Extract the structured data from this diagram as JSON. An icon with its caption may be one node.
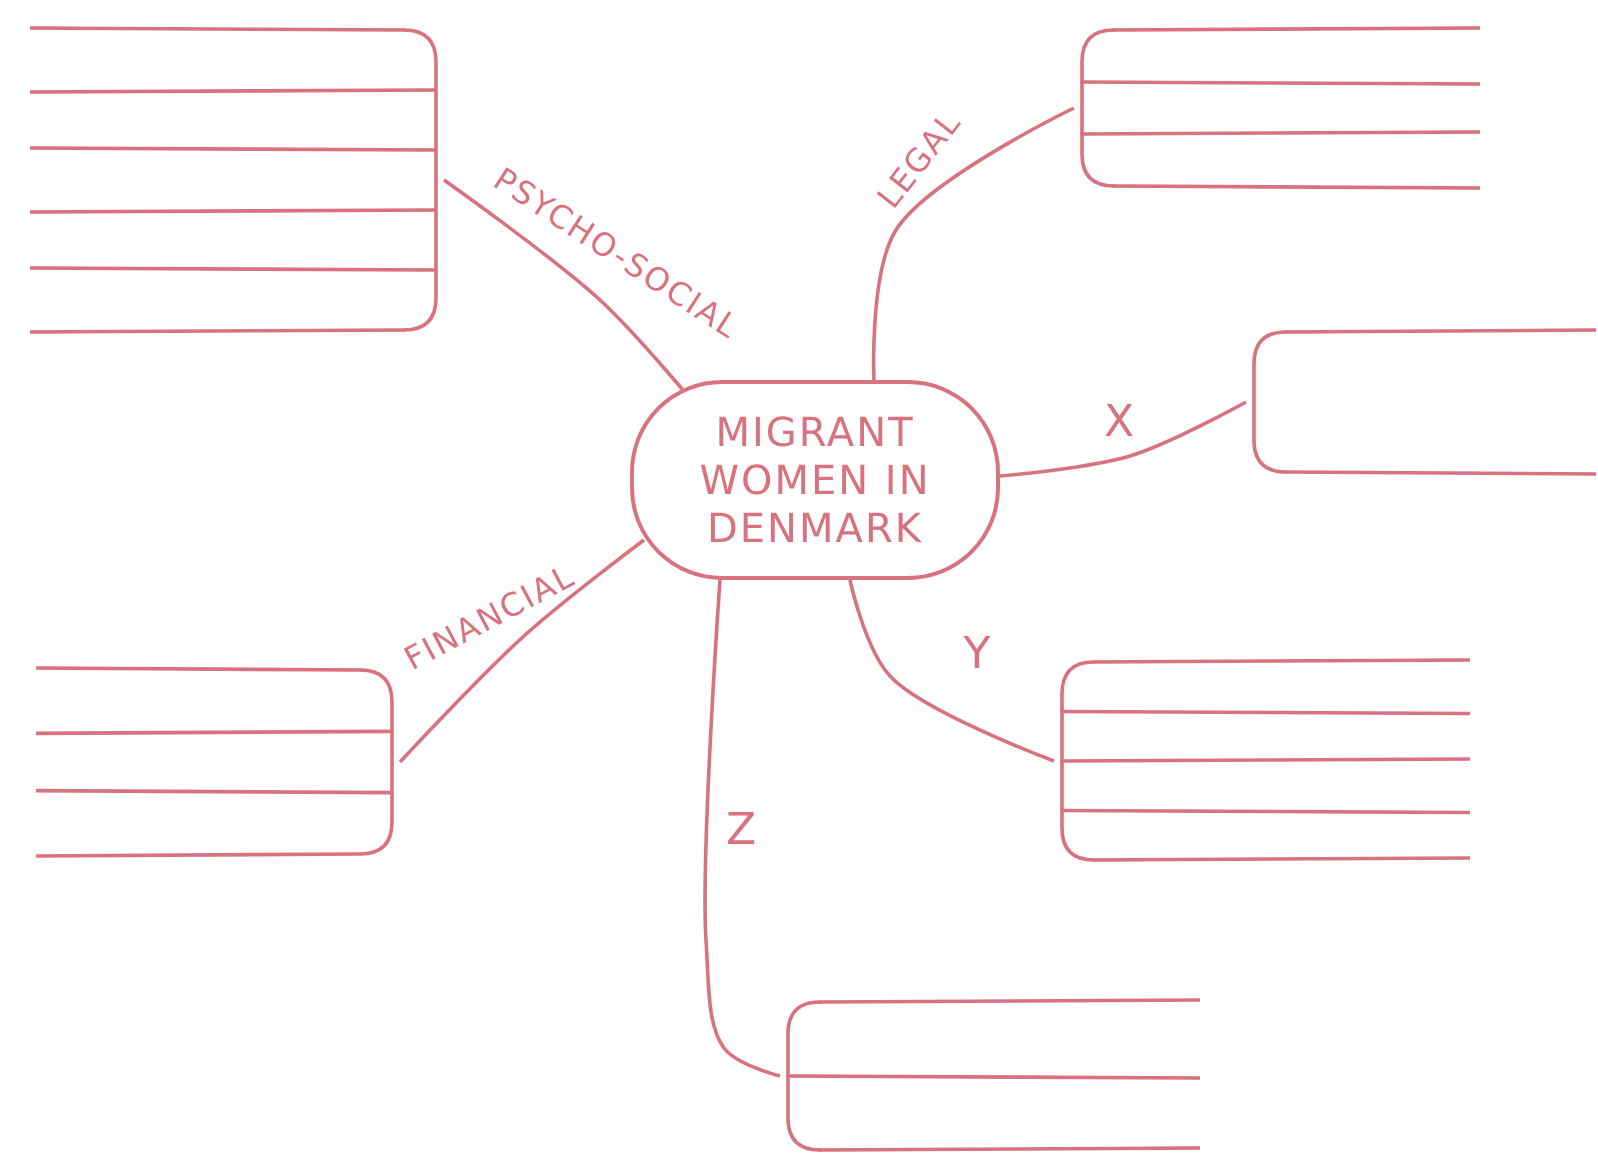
{
  "diagram": {
    "nodes": [
      {
        "text": [
          "MIGRANT WOMEN IN DENMARK"
        ]
      },
      {
        "text": [],
        "shape": "bracket"
      },
      {
        "text": [],
        "shape": "bracket"
      },
      {
        "text": [],
        "shape": "bracket"
      },
      {
        "text": [],
        "shape": "bracket"
      },
      {
        "text": [],
        "shape": "bracket"
      },
      {
        "text": [],
        "shape": "bracket"
      }
    ],
    "edges": [
      {
        "from": 0,
        "to": 1,
        "arrow": "none",
        "label": "PSYCHO-SOCIAL"
      },
      {
        "from": 0,
        "to": 2,
        "arrow": "none",
        "label": "LEGAL"
      },
      {
        "from": 0,
        "to": 3,
        "arrow": "none",
        "label": "X"
      },
      {
        "from": 0,
        "to": 4,
        "arrow": "none",
        "label": "FINANCIAL"
      },
      {
        "from": 0,
        "to": 5,
        "arrow": "none",
        "label": "Y"
      },
      {
        "from": 0,
        "to": 6,
        "arrow": "none",
        "label": "Z"
      }
    ]
  }
}
